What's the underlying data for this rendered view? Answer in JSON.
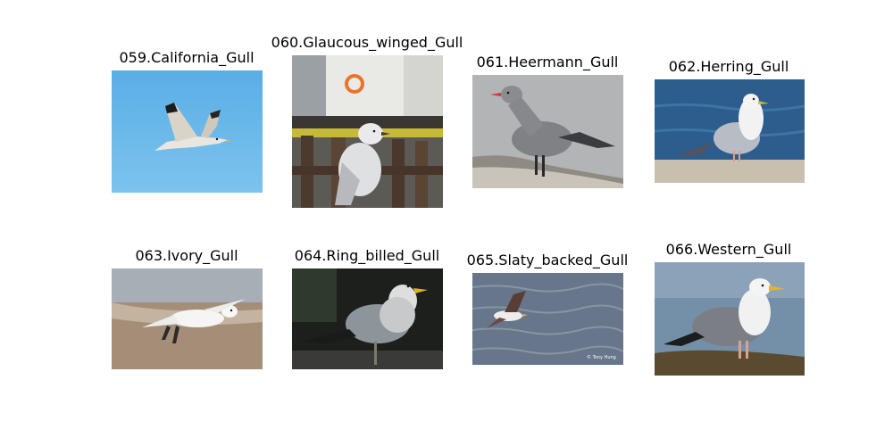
{
  "figure": {
    "panels": [
      {
        "title": "059.California_Gull",
        "subject": "gull-in-flight-blue-sky"
      },
      {
        "title": "060.Glaucous_winged_Gull",
        "subject": "gull-on-dock-post"
      },
      {
        "title": "061.Heermann_Gull",
        "subject": "gray-gull-on-rock"
      },
      {
        "title": "062.Herring_Gull",
        "subject": "gull-on-pier-by-water"
      },
      {
        "title": "063.Ivory_Gull",
        "subject": "white-gull-on-beach"
      },
      {
        "title": "064.Ring_billed_Gull",
        "subject": "gull-dark-background"
      },
      {
        "title": "065.Slaty_backed_Gull",
        "subject": "gull-flying-over-sea",
        "credit": "© Tony Hung"
      },
      {
        "title": "066.Western_Gull",
        "subject": "gull-on-cliff-by-water"
      }
    ]
  },
  "colors": {
    "sky_blue": "#5aaee6",
    "sea_blue": "#2c5d8d",
    "gull_gray": "#8d9197",
    "sand": "#9a8774"
  }
}
